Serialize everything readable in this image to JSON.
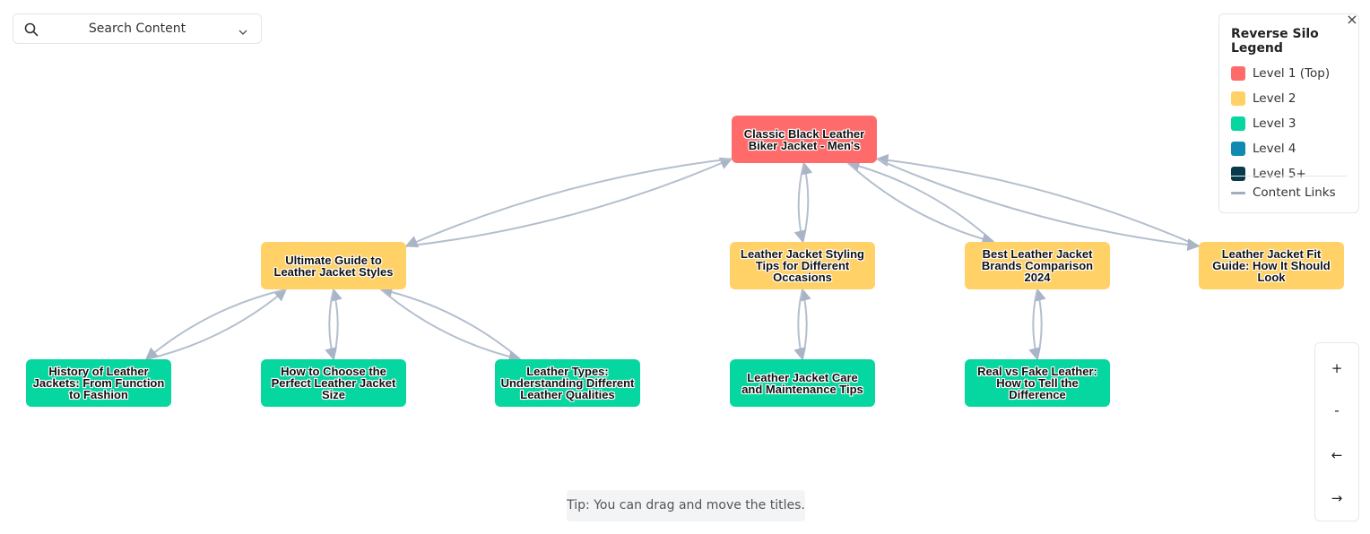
{
  "search": {
    "label": "Search Content",
    "search_icon": "search-icon",
    "chevron_icon": "chevron-down-icon"
  },
  "nodes": {
    "n1": {
      "label": "Classic Black Leather Biker Jacket - Men's",
      "level": 1
    },
    "n2": {
      "label": "Ultimate Guide to Leather Jacket Styles",
      "level": 2
    },
    "n3": {
      "label": "Leather Jacket Styling Tips for Different Occasions",
      "level": 2
    },
    "n4": {
      "label": "Best Leather Jacket Brands Comparison 2024",
      "level": 2
    },
    "n5": {
      "label": "Leather Jacket Fit Guide: How It Should Look",
      "level": 2
    },
    "n6": {
      "label": "History of Leather Jackets: From Function to Fashion",
      "level": 3
    },
    "n7": {
      "label": "How to Choose the Perfect Leather Jacket Size",
      "level": 3
    },
    "n8": {
      "label": "Leather Types: Understanding Different Leather Qualities",
      "level": 3
    },
    "n9": {
      "label": "Leather Jacket Care and Maintenance Tips",
      "level": 3
    },
    "n10": {
      "label": "Real vs Fake Leather: How to Tell the Difference",
      "level": 3
    }
  },
  "links": [
    [
      "n2",
      "n1"
    ],
    [
      "n1",
      "n2"
    ],
    [
      "n3",
      "n1"
    ],
    [
      "n1",
      "n3"
    ],
    [
      "n4",
      "n1"
    ],
    [
      "n1",
      "n4"
    ],
    [
      "n5",
      "n1"
    ],
    [
      "n1",
      "n5"
    ],
    [
      "n6",
      "n2"
    ],
    [
      "n2",
      "n6"
    ],
    [
      "n7",
      "n2"
    ],
    [
      "n2",
      "n7"
    ],
    [
      "n8",
      "n2"
    ],
    [
      "n2",
      "n8"
    ],
    [
      "n9",
      "n3"
    ],
    [
      "n3",
      "n9"
    ],
    [
      "n10",
      "n4"
    ],
    [
      "n4",
      "n10"
    ]
  ],
  "legend": {
    "title": "Reverse Silo Legend",
    "items": [
      {
        "label": "Level 1 (Top)",
        "color": "#ff6b6b"
      },
      {
        "label": "Level 2",
        "color": "#ffd166"
      },
      {
        "label": "Level 3",
        "color": "#06d6a0"
      },
      {
        "label": "Level 4",
        "color": "#118ab2"
      },
      {
        "label": "Level 5+",
        "color": "#073b4c"
      }
    ],
    "links_label": "Content Links",
    "link_color": "#a0aec0",
    "close_symbol": "×"
  },
  "zoom": {
    "zoom_in": "+",
    "zoom_out": "-",
    "pan_left": "←",
    "pan_right": "→"
  },
  "tip": "Tip: You can drag and move the titles."
}
